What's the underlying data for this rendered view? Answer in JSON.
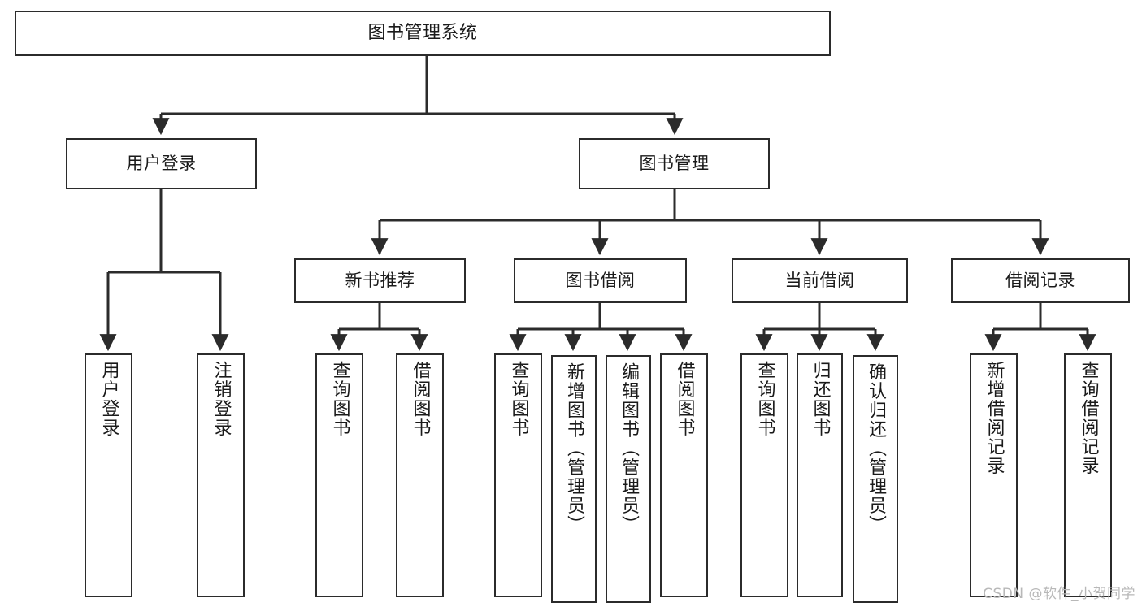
{
  "diagram": {
    "title": "图书管理系统",
    "type": "tree",
    "colors": {
      "box_border": "#2b2b2b",
      "box_fill": "#ffffff",
      "edge": "#2b2b2b",
      "text": "#1a1a1a",
      "watermark": "#b8b8b8",
      "background": "#ffffff"
    },
    "nodes": {
      "root": {
        "label": "图书管理系统"
      },
      "level2": [
        {
          "id": "user-login",
          "label": "用户登录"
        },
        {
          "id": "book-manage",
          "label": "图书管理"
        }
      ],
      "level3": [
        {
          "id": "new-book-rec",
          "label": "新书推荐"
        },
        {
          "id": "book-borrow",
          "label": "图书借阅"
        },
        {
          "id": "current-borrow",
          "label": "当前借阅"
        },
        {
          "id": "borrow-record",
          "label": "借阅记录"
        }
      ],
      "leaves": {
        "user-login": [
          {
            "id": "leaf-user-login",
            "label": "用户登录"
          },
          {
            "id": "leaf-logout",
            "label": "注销登录"
          }
        ],
        "new-book-rec": [
          {
            "id": "leaf-query-book-1",
            "label": "查询图书"
          },
          {
            "id": "leaf-borrow-book-1",
            "label": "借阅图书"
          }
        ],
        "book-borrow": [
          {
            "id": "leaf-query-book-2",
            "label": "查询图书"
          },
          {
            "id": "leaf-add-book",
            "label": "新增图书（管理员）"
          },
          {
            "id": "leaf-edit-book",
            "label": "编辑图书（管理员）"
          },
          {
            "id": "leaf-borrow-book-2",
            "label": "借阅图书"
          }
        ],
        "current-borrow": [
          {
            "id": "leaf-query-book-3",
            "label": "查询图书"
          },
          {
            "id": "leaf-return-book",
            "label": "归还图书"
          },
          {
            "id": "leaf-confirm-return",
            "label": "确认归还（管理员）"
          }
        ],
        "borrow-record": [
          {
            "id": "leaf-add-record",
            "label": "新增借阅记录"
          },
          {
            "id": "leaf-query-record",
            "label": "查询借阅记录"
          }
        ]
      }
    },
    "watermark": "CSDN @软件_小贺同学"
  }
}
